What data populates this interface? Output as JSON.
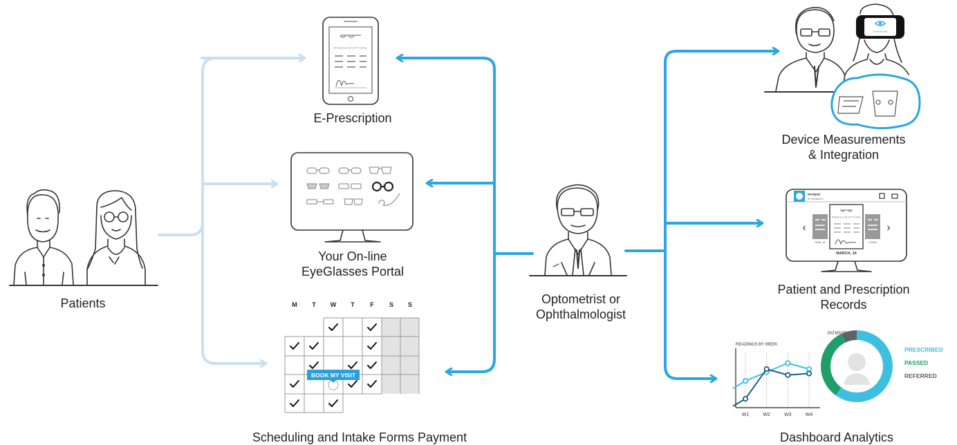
{
  "nodes": {
    "patients": "Patients",
    "eprescription": "E-Prescription",
    "portal_line1": "Your On-line",
    "portal_line2": "EyeGlasses Portal",
    "scheduling": "Scheduling and Intake Forms Payment",
    "doctor_line1": "Optometrist or",
    "doctor_line2": "Ophthalmologist",
    "device_line1": "Device Measurements",
    "device_line2": "& Integration",
    "records_line1": "Patient and  Prescription",
    "records_line2": "Records",
    "dashboard": "Dashboard Analytics"
  },
  "eprescription_screen": {
    "heading": "PRESCRIPTION"
  },
  "calendar": {
    "days": [
      "M",
      "T",
      "W",
      "T",
      "F",
      "S",
      "S"
    ],
    "book_button": "BOOK MY VISIT"
  },
  "records_screen": {
    "patient_label": "PATIENT",
    "patient_id": "ID: 8F4A3D13",
    "prescription_heading": "PRESCRIPTION",
    "date_main": "MARCH, 16",
    "date_left": "DEAL 15",
    "date_right": "TODAY"
  },
  "device_logo": "EYENETRA",
  "analytics": {
    "chart_title": "READINGS BY WEEK",
    "donut_title": "PATIENTS",
    "legend": [
      {
        "label": "PRESCRIBED",
        "color": "#3fbfe0"
      },
      {
        "label": "PASSED",
        "color": "#1f9e6a"
      },
      {
        "label": "REFERRED",
        "color": "#5d6468"
      }
    ]
  },
  "chart_data": [
    {
      "type": "line",
      "title": "READINGS BY WEEK",
      "categories": [
        "W1",
        "W2",
        "W3",
        "W4"
      ],
      "series": [
        {
          "values": [
            1.8,
            2.4,
            3.0,
            2.6
          ],
          "color": "#3fbfe0"
        },
        {
          "values": [
            0.6,
            2.6,
            2.2,
            2.3
          ],
          "color": "#1a5c85"
        }
      ],
      "ylim": [
        0,
        4
      ]
    },
    {
      "type": "pie",
      "title": "PATIENTS",
      "categories": [
        "PRESCRIBED",
        "PASSED",
        "REFERRED"
      ],
      "values": [
        60,
        33,
        7
      ]
    }
  ],
  "colors": {
    "accent": "#2ba6de",
    "light_arrow": "#c9dff2",
    "ink": "#333333"
  }
}
